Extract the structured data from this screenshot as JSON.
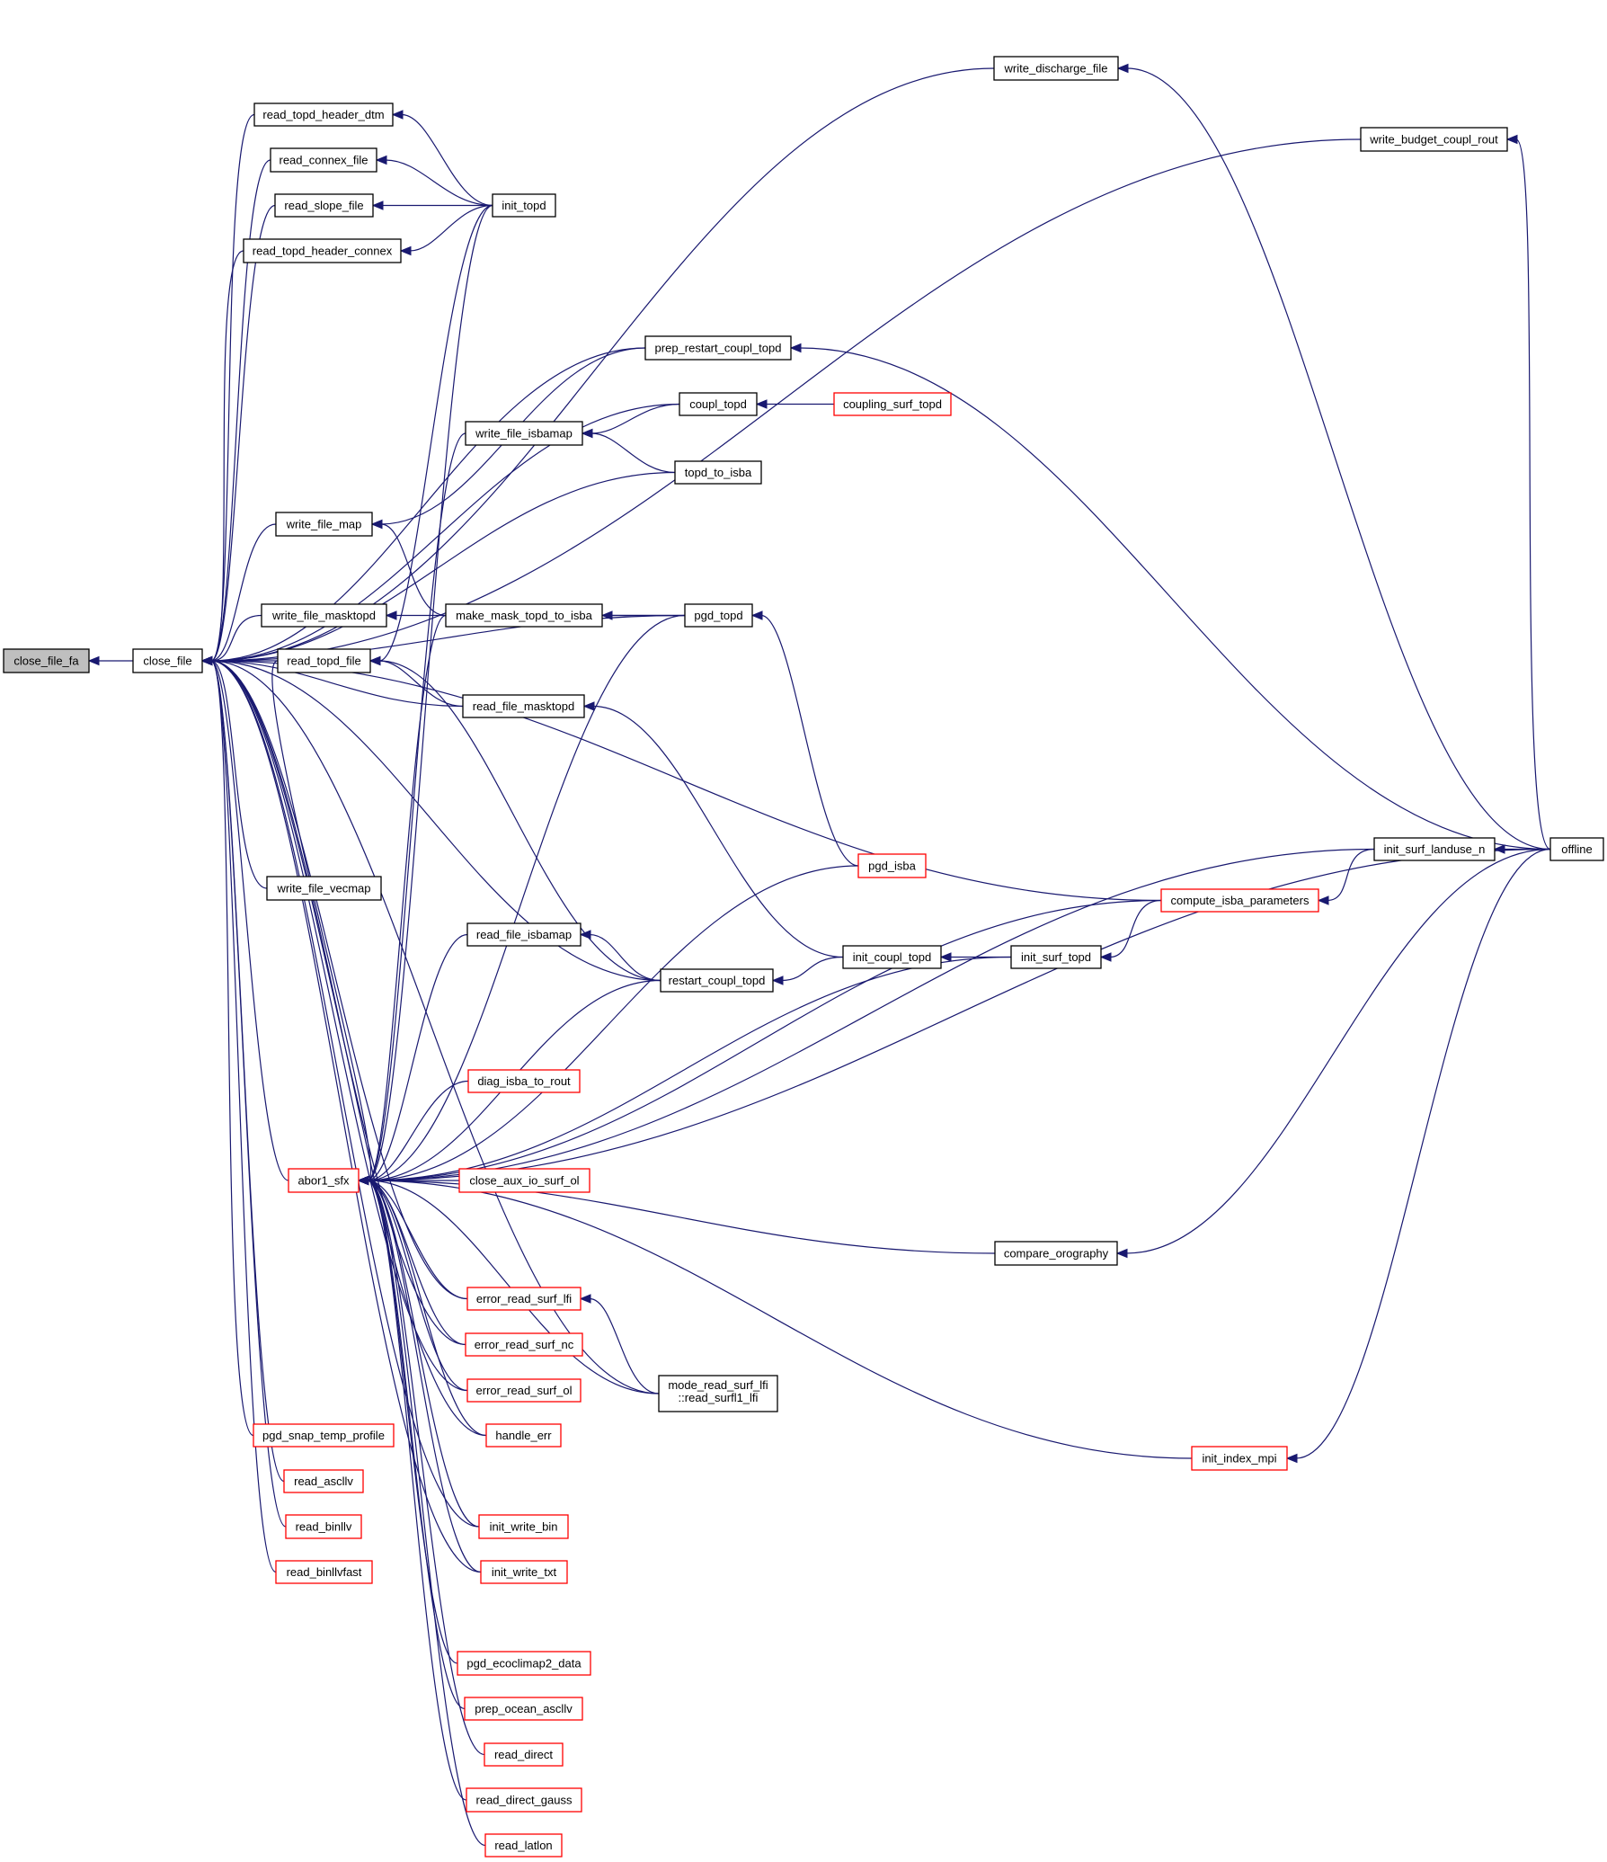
{
  "title": "close_file_fa caller graph",
  "colors": {
    "edge": "#191970",
    "node_border": "#000000",
    "truncated_border": "#ff0000",
    "root_fill": "#bfbfbf"
  },
  "nodes": [
    {
      "id": "close_file_fa",
      "label": "close_file_fa",
      "style": "root"
    },
    {
      "id": "close_file",
      "label": "close_file",
      "style": "normal"
    },
    {
      "id": "read_topd_header_dtm",
      "label": "read_topd_header_dtm",
      "style": "normal"
    },
    {
      "id": "read_connex_file",
      "label": "read_connex_file",
      "style": "normal"
    },
    {
      "id": "read_slope_file",
      "label": "read_slope_file",
      "style": "normal"
    },
    {
      "id": "read_topd_header_connex",
      "label": "read_topd_header_connex",
      "style": "normal"
    },
    {
      "id": "init_topd",
      "label": "init_topd",
      "style": "normal"
    },
    {
      "id": "write_discharge_file",
      "label": "write_discharge_file",
      "style": "normal"
    },
    {
      "id": "write_budget_coupl_rout",
      "label": "write_budget_coupl_rout",
      "style": "normal"
    },
    {
      "id": "prep_restart_coupl_topd",
      "label": "prep_restart_coupl_topd",
      "style": "normal"
    },
    {
      "id": "coupl_topd",
      "label": "coupl_topd",
      "style": "normal"
    },
    {
      "id": "coupling_surf_topd",
      "label": "coupling_surf_topd",
      "style": "truncated"
    },
    {
      "id": "write_file_isbamap",
      "label": "write_file_isbamap",
      "style": "normal"
    },
    {
      "id": "topd_to_isba",
      "label": "topd_to_isba",
      "style": "normal"
    },
    {
      "id": "write_file_map",
      "label": "write_file_map",
      "style": "normal"
    },
    {
      "id": "write_file_masktopd",
      "label": "write_file_masktopd",
      "style": "normal"
    },
    {
      "id": "make_mask_topd_to_isba",
      "label": "make_mask_topd_to_isba",
      "style": "normal"
    },
    {
      "id": "pgd_topd",
      "label": "pgd_topd",
      "style": "normal"
    },
    {
      "id": "read_topd_file",
      "label": "read_topd_file",
      "style": "normal"
    },
    {
      "id": "read_file_masktopd",
      "label": "read_file_masktopd",
      "style": "normal"
    },
    {
      "id": "pgd_isba",
      "label": "pgd_isba",
      "style": "truncated"
    },
    {
      "id": "init_surf_landuse_n",
      "label": "init_surf_landuse_n",
      "style": "normal"
    },
    {
      "id": "offline",
      "label": "offline",
      "style": "normal"
    },
    {
      "id": "write_file_vecmap",
      "label": "write_file_vecmap",
      "style": "normal"
    },
    {
      "id": "compute_isba_parameters",
      "label": "compute_isba_parameters",
      "style": "truncated"
    },
    {
      "id": "read_file_isbamap",
      "label": "read_file_isbamap",
      "style": "normal"
    },
    {
      "id": "init_coupl_topd",
      "label": "init_coupl_topd",
      "style": "normal"
    },
    {
      "id": "init_surf_topd",
      "label": "init_surf_topd",
      "style": "normal"
    },
    {
      "id": "restart_coupl_topd",
      "label": "restart_coupl_topd",
      "style": "normal"
    },
    {
      "id": "diag_isba_to_rout",
      "label": "diag_isba_to_rout",
      "style": "truncated"
    },
    {
      "id": "abor1_sfx",
      "label": "abor1_sfx",
      "style": "truncated"
    },
    {
      "id": "close_aux_io_surf_ol",
      "label": "close_aux_io_surf_ol",
      "style": "truncated"
    },
    {
      "id": "compare_orography",
      "label": "compare_orography",
      "style": "normal"
    },
    {
      "id": "error_read_surf_lfi",
      "label": "error_read_surf_lfi",
      "style": "truncated"
    },
    {
      "id": "error_read_surf_nc",
      "label": "error_read_surf_nc",
      "style": "truncated"
    },
    {
      "id": "error_read_surf_ol",
      "label": "error_read_surf_ol",
      "style": "truncated"
    },
    {
      "id": "mode_read_surf_lfi",
      "label": "mode_read_surf_lfi",
      "label2": "::read_surfl1_lfi",
      "style": "normal"
    },
    {
      "id": "handle_err",
      "label": "handle_err",
      "style": "truncated"
    },
    {
      "id": "init_index_mpi",
      "label": "init_index_mpi",
      "style": "truncated"
    },
    {
      "id": "pgd_snap_temp_profile",
      "label": "pgd_snap_temp_profile",
      "style": "truncated"
    },
    {
      "id": "read_ascllv",
      "label": "read_ascllv",
      "style": "truncated"
    },
    {
      "id": "init_write_bin",
      "label": "init_write_bin",
      "style": "truncated"
    },
    {
      "id": "read_binllv",
      "label": "read_binllv",
      "style": "truncated"
    },
    {
      "id": "init_write_txt",
      "label": "init_write_txt",
      "style": "truncated"
    },
    {
      "id": "read_binllvfast",
      "label": "read_binllvfast",
      "style": "truncated"
    },
    {
      "id": "pgd_ecoclimap2_data",
      "label": "pgd_ecoclimap2_data",
      "style": "truncated"
    },
    {
      "id": "prep_ocean_ascllv",
      "label": "prep_ocean_ascllv",
      "style": "truncated"
    },
    {
      "id": "read_direct",
      "label": "read_direct",
      "style": "truncated"
    },
    {
      "id": "read_direct_gauss",
      "label": "read_direct_gauss",
      "style": "truncated"
    },
    {
      "id": "read_latlon",
      "label": "read_latlon",
      "style": "truncated"
    }
  ],
  "edges": [
    [
      "close_file",
      "close_file_fa"
    ],
    [
      "read_topd_header_dtm",
      "close_file"
    ],
    [
      "read_connex_file",
      "close_file"
    ],
    [
      "read_slope_file",
      "close_file"
    ],
    [
      "read_topd_header_connex",
      "close_file"
    ],
    [
      "write_discharge_file",
      "close_file"
    ],
    [
      "write_budget_coupl_rout",
      "close_file"
    ],
    [
      "prep_restart_coupl_topd",
      "close_file"
    ],
    [
      "coupl_topd",
      "close_file"
    ],
    [
      "topd_to_isba",
      "close_file"
    ],
    [
      "write_file_map",
      "close_file"
    ],
    [
      "pgd_topd",
      "close_file"
    ],
    [
      "write_file_masktopd",
      "close_file"
    ],
    [
      "read_topd_file",
      "close_file"
    ],
    [
      "read_file_masktopd",
      "close_file"
    ],
    [
      "write_file_vecmap",
      "close_file"
    ],
    [
      "restart_coupl_topd",
      "close_file"
    ],
    [
      "abor1_sfx",
      "close_file"
    ],
    [
      "compute_isba_parameters",
      "close_file"
    ],
    [
      "pgd_snap_temp_profile",
      "close_file"
    ],
    [
      "read_ascllv",
      "close_file"
    ],
    [
      "read_binllv",
      "close_file"
    ],
    [
      "read_binllvfast",
      "close_file"
    ],
    [
      "error_read_surf_lfi",
      "close_file"
    ],
    [
      "error_read_surf_nc",
      "close_file"
    ],
    [
      "error_read_surf_ol",
      "close_file"
    ],
    [
      "handle_err",
      "close_file"
    ],
    [
      "mode_read_surf_lfi",
      "close_file"
    ],
    [
      "init_write_bin",
      "close_file"
    ],
    [
      "init_write_txt",
      "close_file"
    ],
    [
      "init_topd",
      "read_topd_header_dtm"
    ],
    [
      "init_topd",
      "read_connex_file"
    ],
    [
      "init_topd",
      "read_slope_file"
    ],
    [
      "init_topd",
      "read_topd_header_connex"
    ],
    [
      "offline",
      "write_discharge_file"
    ],
    [
      "offline",
      "write_budget_coupl_rout"
    ],
    [
      "offline",
      "prep_restart_coupl_topd"
    ],
    [
      "coupl_topd",
      "write_file_isbamap"
    ],
    [
      "topd_to_isba",
      "write_file_isbamap"
    ],
    [
      "prep_restart_coupl_topd",
      "write_file_map"
    ],
    [
      "coupling_surf_topd",
      "coupl_topd"
    ],
    [
      "pgd_topd",
      "write_file_masktopd"
    ],
    [
      "make_mask_topd_to_isba",
      "write_file_map"
    ],
    [
      "pgd_topd",
      "make_mask_topd_to_isba"
    ],
    [
      "read_file_masktopd",
      "read_topd_file"
    ],
    [
      "init_topd",
      "read_topd_file"
    ],
    [
      "restart_coupl_topd",
      "read_topd_file"
    ],
    [
      "pgd_isba",
      "pgd_topd"
    ],
    [
      "init_coupl_topd",
      "read_file_masktopd"
    ],
    [
      "init_surf_landuse_n",
      "abor1_sfx"
    ],
    [
      "offline",
      "init_surf_landuse_n"
    ],
    [
      "init_surf_landuse_n",
      "compute_isba_parameters"
    ],
    [
      "compute_isba_parameters",
      "init_surf_topd"
    ],
    [
      "init_surf_topd",
      "init_coupl_topd"
    ],
    [
      "init_coupl_topd",
      "restart_coupl_topd"
    ],
    [
      "restart_coupl_topd",
      "read_file_isbamap"
    ],
    [
      "read_file_isbamap",
      "abor1_sfx"
    ],
    [
      "restart_coupl_topd",
      "abor1_sfx"
    ],
    [
      "init_surf_topd",
      "abor1_sfx"
    ],
    [
      "diag_isba_to_rout",
      "abor1_sfx"
    ],
    [
      "close_aux_io_surf_ol",
      "abor1_sfx"
    ],
    [
      "offline",
      "abor1_sfx"
    ],
    [
      "compute_isba_parameters",
      "abor1_sfx"
    ],
    [
      "compare_orography",
      "abor1_sfx"
    ],
    [
      "offline",
      "compare_orography"
    ],
    [
      "pgd_isba",
      "abor1_sfx"
    ],
    [
      "pgd_topd",
      "abor1_sfx"
    ],
    [
      "write_file_isbamap",
      "abor1_sfx"
    ],
    [
      "make_mask_topd_to_isba",
      "abor1_sfx"
    ],
    [
      "init_topd",
      "abor1_sfx"
    ],
    [
      "read_topd_file",
      "abor1_sfx"
    ],
    [
      "error_read_surf_lfi",
      "abor1_sfx"
    ],
    [
      "mode_read_surf_lfi",
      "error_read_surf_lfi"
    ],
    [
      "error_read_surf_nc",
      "abor1_sfx"
    ],
    [
      "error_read_surf_ol",
      "abor1_sfx"
    ],
    [
      "handle_err",
      "abor1_sfx"
    ],
    [
      "mode_read_surf_lfi",
      "abor1_sfx"
    ],
    [
      "init_index_mpi",
      "abor1_sfx"
    ],
    [
      "offline",
      "init_index_mpi"
    ],
    [
      "init_write_bin",
      "abor1_sfx"
    ],
    [
      "init_write_txt",
      "abor1_sfx"
    ],
    [
      "pgd_ecoclimap2_data",
      "abor1_sfx"
    ],
    [
      "prep_ocean_ascllv",
      "abor1_sfx"
    ],
    [
      "read_direct",
      "abor1_sfx"
    ],
    [
      "read_direct_gauss",
      "abor1_sfx"
    ],
    [
      "read_latlon",
      "abor1_sfx"
    ]
  ]
}
